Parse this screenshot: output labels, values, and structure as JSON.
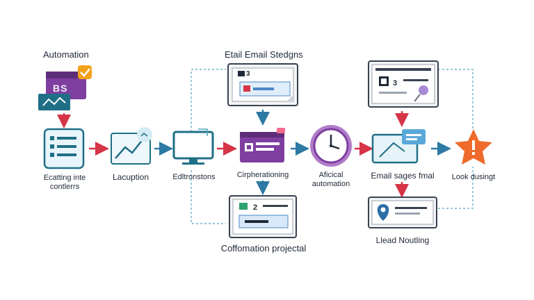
{
  "labels": {
    "automation": "Automation",
    "etail_email": "Etail Email Stedgns",
    "scale_title_line1": "Ecatting inte",
    "scale_title_line2": "contlerrs",
    "lacuption": "Lacuption",
    "edltronstons": "Edltronstons",
    "cirpherationing": "Cirpherationing",
    "aficical_line1": "Aficical",
    "aficical_line2": "automation",
    "email_sages": "Email sages fmal",
    "look_dusingt": "Look dusingt",
    "coffomation": "Coffomation projectal",
    "lead_noutling": "Llead Noutling"
  },
  "badges": {
    "top_left_card": "BS",
    "etail_card": "3",
    "sages_top_card": "3",
    "project_card": "2"
  },
  "colors": {
    "purple": "#7e3fa0",
    "teal": "#1f6f86",
    "orange": "#f2a21a",
    "red_arrow": "#d63447",
    "blue_arrow": "#2d7aa4",
    "dashed": "#4aa5bd",
    "star": "#ef6b2b"
  }
}
